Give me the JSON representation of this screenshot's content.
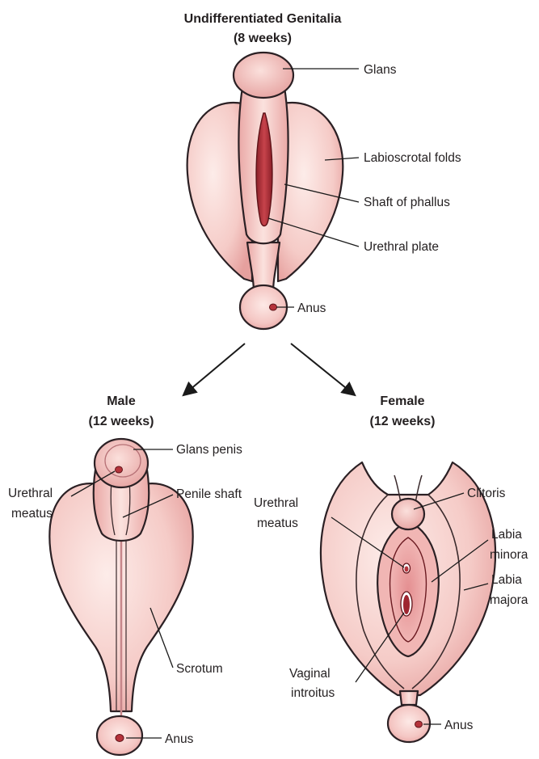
{
  "top": {
    "title": "Undifferentiated Genitalia",
    "subtitle": "(8 weeks)",
    "labels": {
      "glans": "Glans",
      "labioscrotal_folds": "Labioscrotal folds",
      "shaft": "Shaft of phallus",
      "urethral_plate": "Urethral plate",
      "anus": "Anus"
    }
  },
  "male": {
    "title": "Male",
    "subtitle": "(12 weeks)",
    "labels": {
      "glans_penis": "Glans penis",
      "urethral_meatus_1": "Urethral",
      "urethral_meatus_2": "meatus",
      "penile_shaft": "Penile shaft",
      "scrotum": "Scrotum",
      "anus": "Anus"
    }
  },
  "female": {
    "title": "Female",
    "subtitle": "(12 weeks)",
    "labels": {
      "clitoris": "Clitoris",
      "urethral_meatus_1": "Urethral",
      "urethral_meatus_2": "meatus",
      "labia_minora_1": "Labia",
      "labia_minora_2": "minora",
      "labia_majora_1": "Labia",
      "labia_majora_2": "majora",
      "vaginal_introitus_1": "Vaginal",
      "vaginal_introitus_2": "introitus",
      "anus": "Anus"
    }
  },
  "colors": {
    "skin": "#f4c6c3",
    "skin_light": "#fbe3df",
    "skin_mid": "#eba9a6",
    "groove": "#b8303a",
    "groove_dark": "#7d1a22",
    "outline": "#2b2024"
  }
}
